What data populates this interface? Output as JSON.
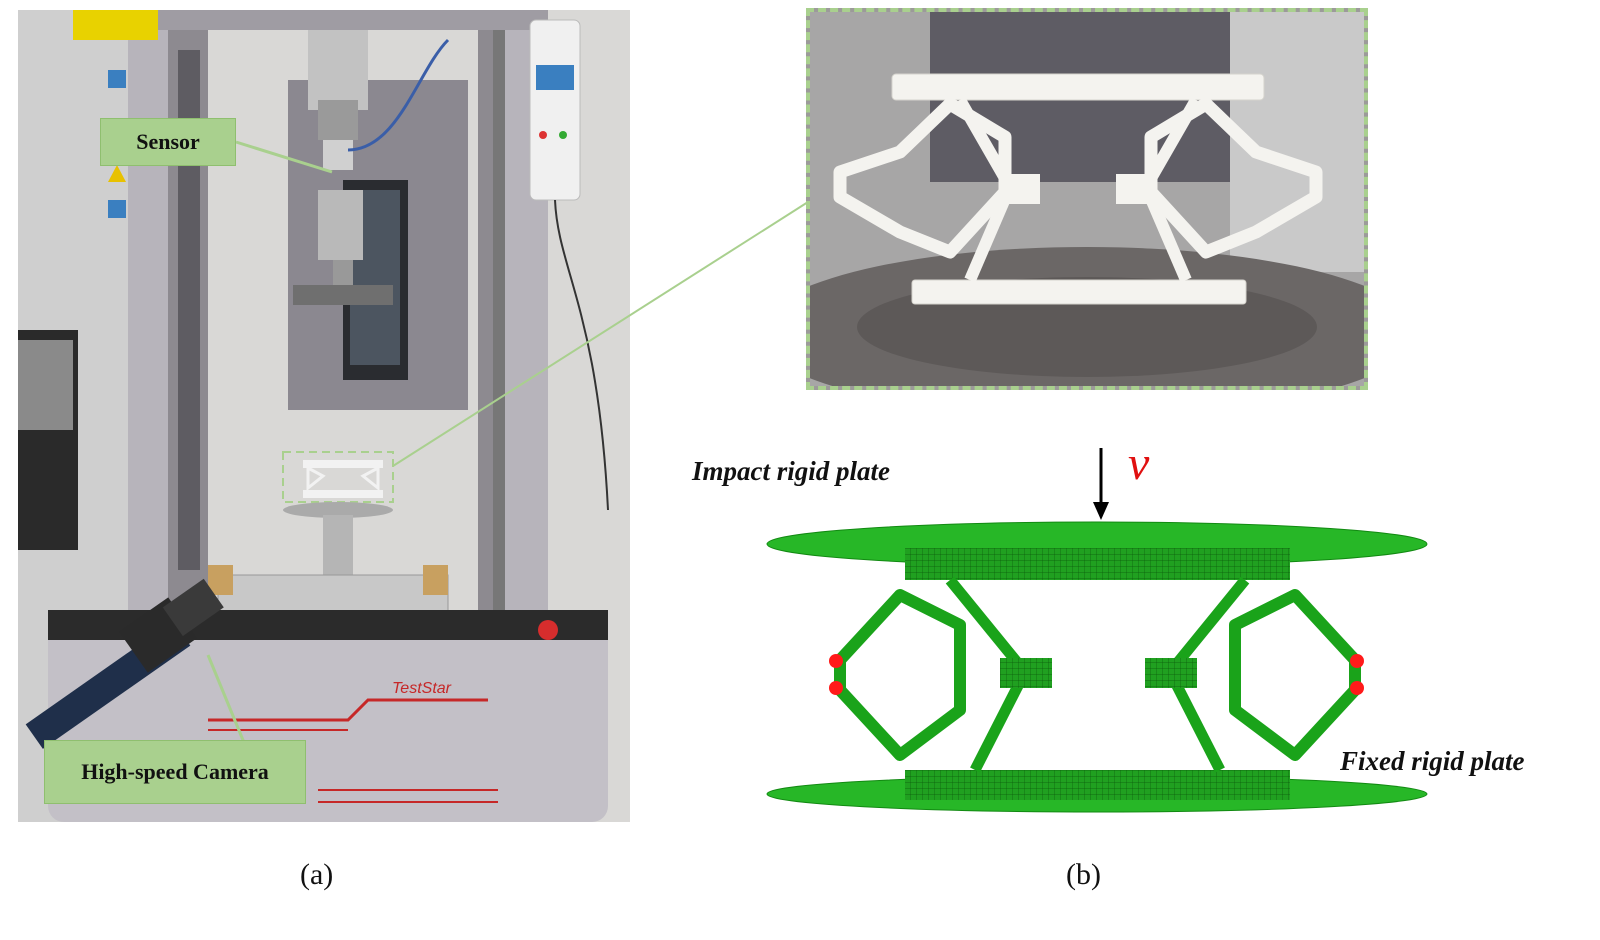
{
  "panel_a": {
    "label": "(a)",
    "callouts": {
      "sensor": "Sensor",
      "camera": "High-speed Camera"
    },
    "brand_text": "TestStar"
  },
  "panel_b": {
    "label": "(b)",
    "velocity_symbol": "v",
    "impact_plate_label": "Impact rigid plate",
    "fixed_plate_label": "Fixed rigid plate"
  },
  "colors": {
    "callout_fill": "#a9d08e",
    "leader_line": "#a9d08e",
    "mesh_green": "#1aa31a",
    "plate_green": "#27b727",
    "marker_red": "#ff1a1a",
    "frame_gray": "#b7b4bb"
  },
  "icons": [
    "arrow-down-icon",
    "constraint-marker-icon"
  ]
}
